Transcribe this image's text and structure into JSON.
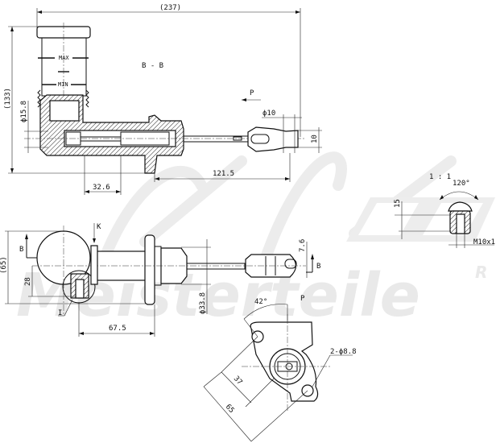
{
  "watermark": {
    "brand_initials": "A.L.",
    "brand_name": "Meisterteile",
    "registered_mark": "R"
  },
  "top_view": {
    "section_label": "B - B",
    "overall_length": "(237)",
    "overall_height": "(133)",
    "bore_diameter": "ϕ15.8",
    "reservoir_max": "MAX",
    "reservoir_min": "MIN",
    "pressure_arrow": "P",
    "pin_diameter": "ϕ10",
    "fork_width": "10",
    "dim_port_offset": "32.6",
    "dim_rod_length": "121.5"
  },
  "side_view": {
    "height": "(65)",
    "section_marker_left": "B",
    "section_marker_right": "B",
    "dim_port_height": "28",
    "detail_marker": "I",
    "view_marker": "K",
    "body_diameter": "ϕ33.8",
    "clevis_offset": "7.6",
    "dim_flange": "67.5"
  },
  "flange_view": {
    "angle": "42°",
    "pressure_label": "P",
    "holes": "2-ϕ8.8",
    "dim_inner": "37",
    "dim_outer": "65"
  },
  "detail_view": {
    "scale": "1 : 1",
    "angle": "120°",
    "depth": "15",
    "thread": "M10x1"
  }
}
